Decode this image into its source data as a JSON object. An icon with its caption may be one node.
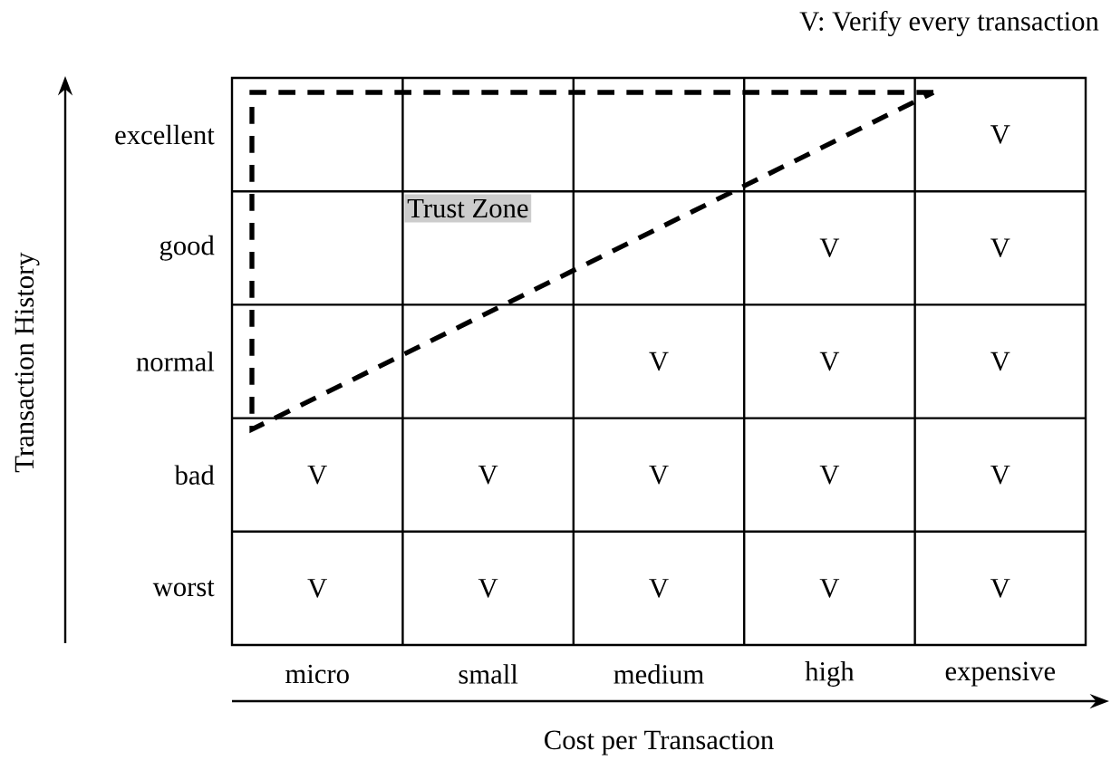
{
  "diagram": {
    "nodes": [
      {
        "text": [
          "Trust Zone"
        ]
      }
    ],
    "labels": [
      "V: Verify every transaction",
      "Transaction History",
      "excellent",
      "V",
      "good",
      "V",
      "V",
      "normal",
      "V",
      "V",
      "V",
      "bad",
      "V",
      "V",
      "V",
      "V",
      "V",
      "worst",
      "V",
      "V",
      "V",
      "V",
      "V",
      "micro",
      "small",
      "medium",
      "high",
      "expensive",
      "Cost per Transaction"
    ]
  }
}
